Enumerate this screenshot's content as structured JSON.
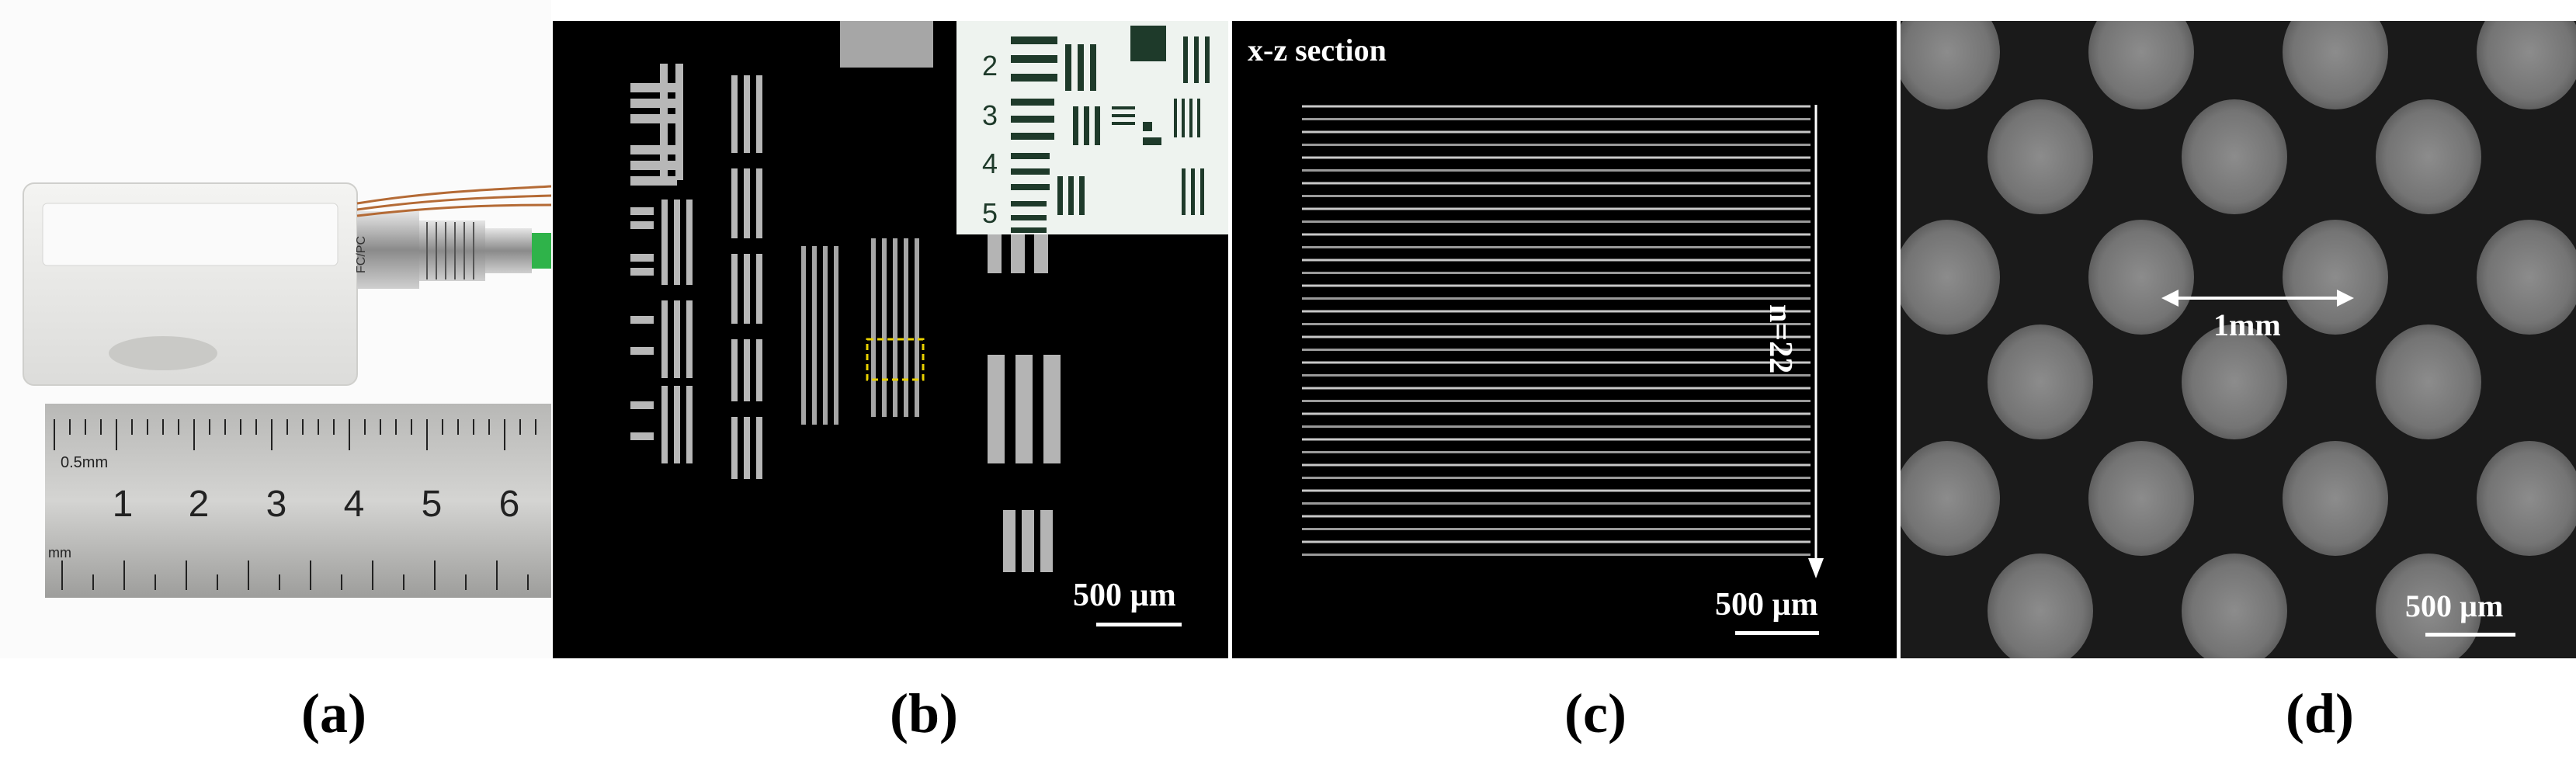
{
  "captions": {
    "a": "(a)",
    "b": "(b)",
    "c": "(c)",
    "d": "(d)"
  },
  "panel_a": {
    "ruler_numbers": [
      "1",
      "2",
      "3",
      "4",
      "5",
      "6"
    ],
    "ruler_top_label": "0.5mm",
    "ruler_bottom_label": "mm",
    "connector_text": "FC/PC"
  },
  "panel_b": {
    "inset_numbers": [
      "2",
      "3",
      "4",
      "5"
    ],
    "scale_bar_label": "500 µm"
  },
  "panel_c": {
    "title": "x-z section",
    "count_label": "n=22",
    "scale_bar_label": "500 µm"
  },
  "panel_d": {
    "distance_label": "1mm",
    "scale_bar_label": "500 µm"
  }
}
